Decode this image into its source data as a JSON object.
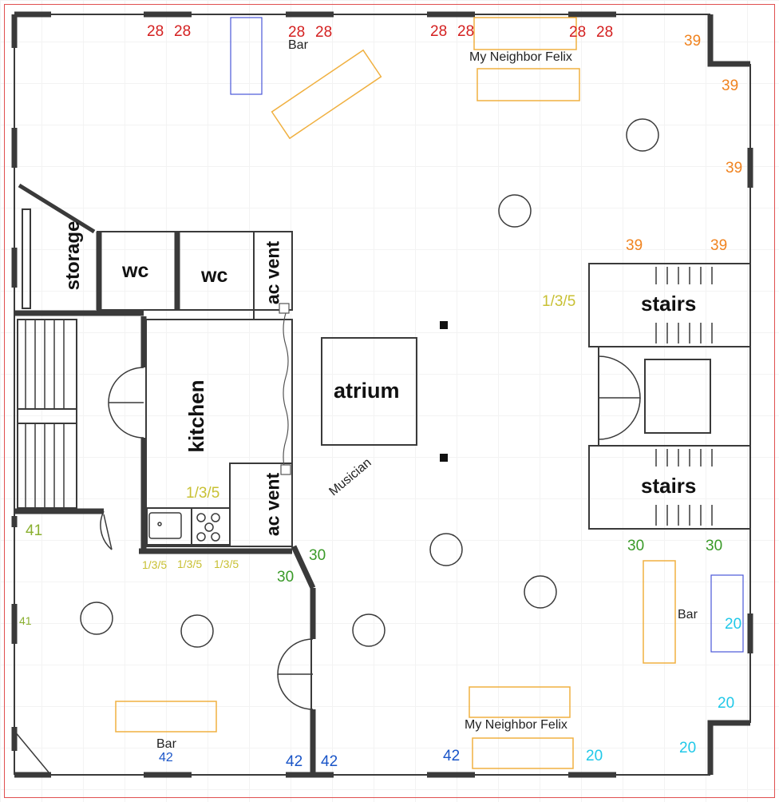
{
  "colors": {
    "red": "#d42020",
    "orange": "#f0831f",
    "olive": "#c8c033",
    "green": "#3a9a28",
    "lime": "#8ab030",
    "blue": "#1a55c8",
    "cyan": "#20c8e8",
    "wall": "#3a3a3a",
    "table_orange": "#f0b040",
    "table_blue": "#4a58d8"
  },
  "rooms": {
    "storage": "storage",
    "wc1": "wc",
    "wc2": "wc",
    "ac_vent_top": "ac vent",
    "kitchen": "kitchen",
    "ac_vent_bottom": "ac vent",
    "atrium": "atrium",
    "stairs_top": "stairs",
    "stairs_bottom": "stairs"
  },
  "labels": {
    "bar_top": "Bar",
    "neighbor_top": "My Neighbor Felix",
    "musician": "Musician",
    "bar_right": "Bar",
    "neighbor_bottom": "My Neighbor Felix",
    "bar_bottom_left": "Bar"
  },
  "numbers": {
    "top_a1": "28",
    "top_a2": "28",
    "top_b1": "28",
    "top_b2": "28",
    "top_c1": "28",
    "top_c2": "28",
    "top_d1": "28",
    "top_d2": "28",
    "or_1": "39",
    "or_2": "39",
    "or_3": "39",
    "or_4": "39",
    "or_5": "39",
    "ol_big1": "1/3/5",
    "ol_big2": "1/3/5",
    "ol_s1": "1/3/5",
    "ol_s2": "1/3/5",
    "ol_s3": "1/3/5",
    "lime_1": "41",
    "lime_2": "41",
    "g_1": "30",
    "g_2": "30",
    "g_3": "30",
    "g_4": "30",
    "b_1": "42",
    "b_2": "42",
    "b_3": "42",
    "b_4": "42",
    "c_1": "20",
    "c_2": "20",
    "c_3": "20",
    "c_4": "20"
  }
}
